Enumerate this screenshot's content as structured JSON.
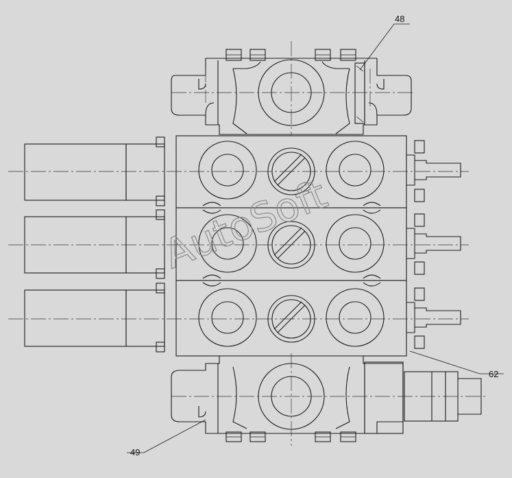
{
  "callouts": {
    "c48": "48",
    "c62": "62",
    "c49": "49"
  },
  "watermark": "AutoSoft",
  "colors": {
    "background": "#d9d9d9",
    "line": "#1a1a1a",
    "watermark": "#888888"
  }
}
